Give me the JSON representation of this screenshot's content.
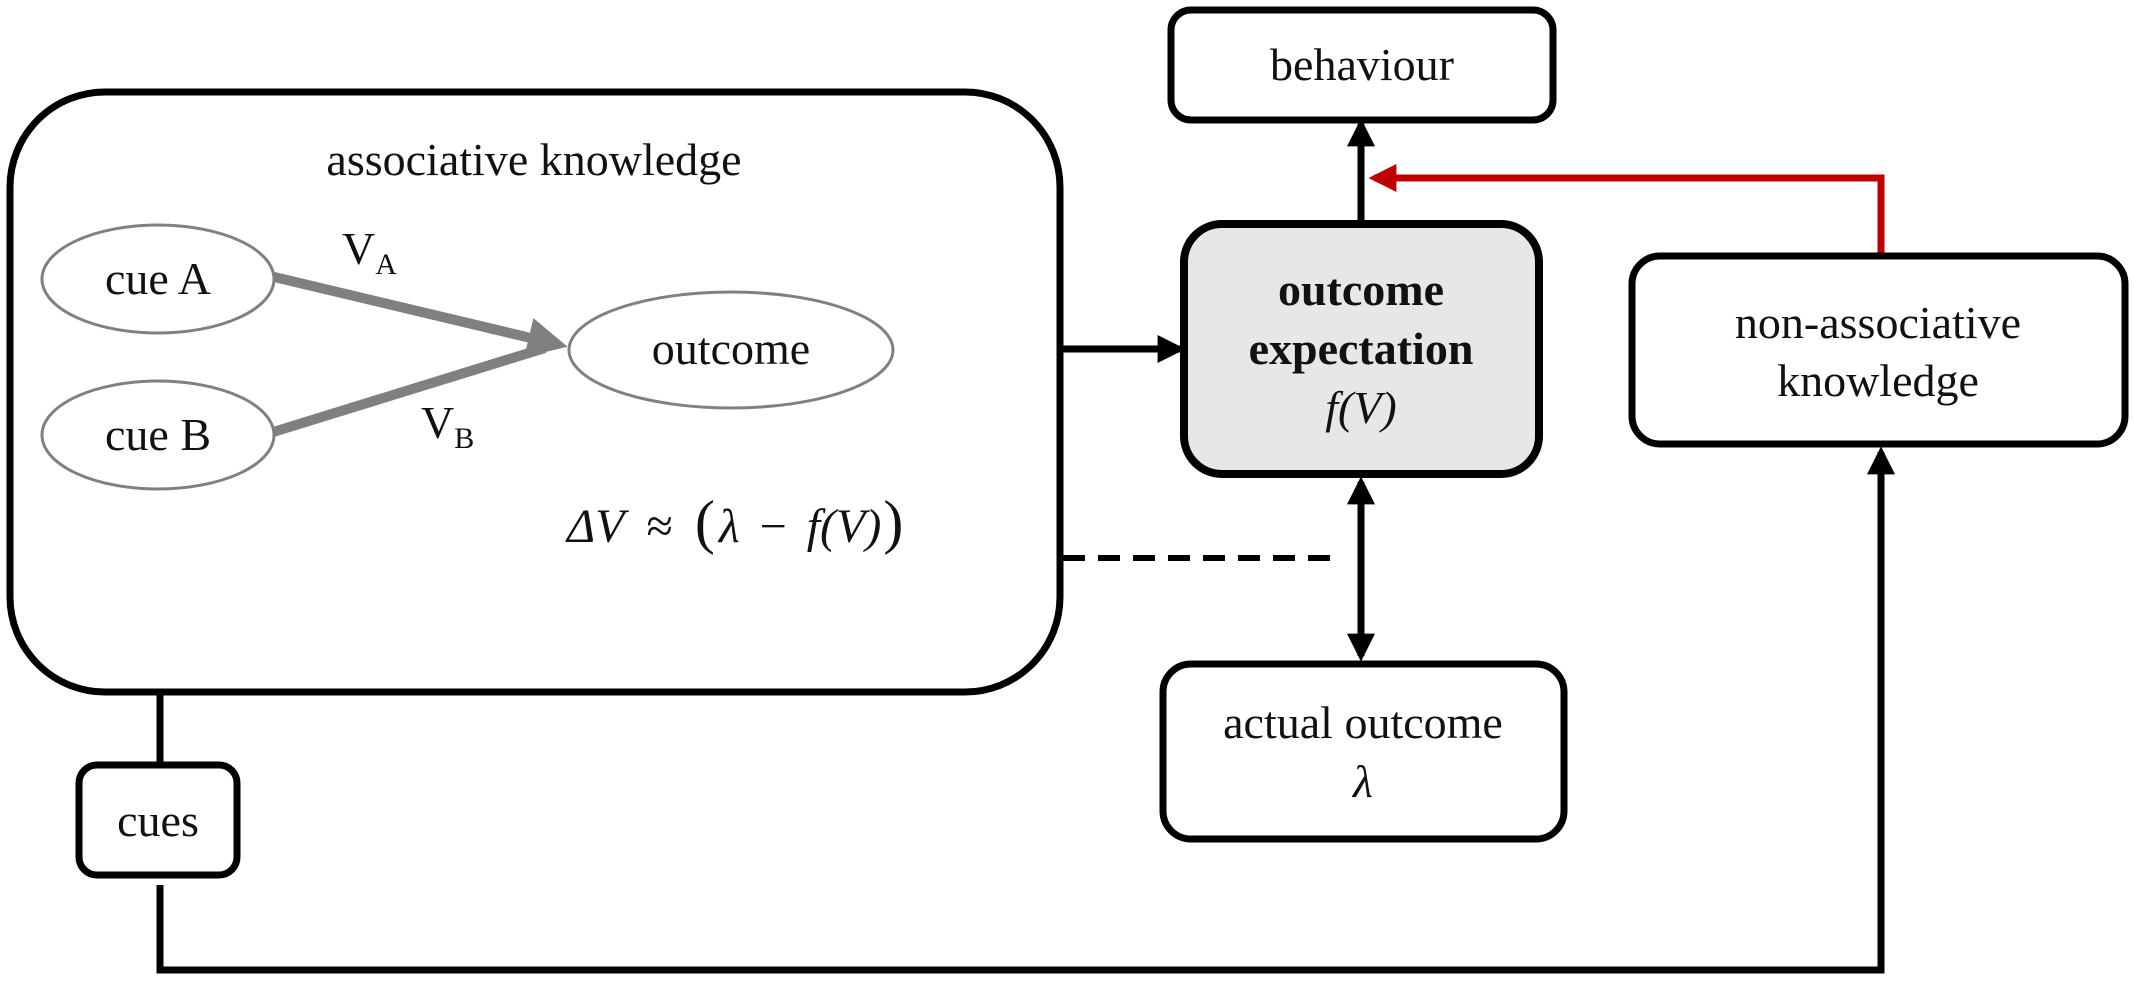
{
  "colors": {
    "stroke": "#000000",
    "associative_links": "#808080",
    "non_associative_link": "#c00000",
    "expectation_fill": "#e6e7e6"
  },
  "nodes": {
    "associative_knowledge": {
      "title": "associative knowledge"
    },
    "cue_a": {
      "label": "cue A"
    },
    "cue_b": {
      "label": "cue B"
    },
    "outcome": {
      "label": "outcome"
    },
    "weight_a": {
      "base": "V",
      "sub": "A"
    },
    "weight_b": {
      "base": "V",
      "sub": "B"
    },
    "outcome_expectation": {
      "line1": "outcome",
      "line2": "expectation",
      "line3": "f(V)"
    },
    "behaviour": {
      "label": "behaviour"
    },
    "non_associative_knowledge": {
      "line1": "non-associative",
      "line2": "knowledge"
    },
    "actual_outcome": {
      "line1": "actual outcome",
      "line2": "λ"
    },
    "cues": {
      "label": "cues"
    }
  },
  "update_rule": {
    "delta": "ΔV",
    "approx": "≈",
    "lambda": "λ",
    "minus": "−",
    "f_of_v": "f(V)"
  }
}
